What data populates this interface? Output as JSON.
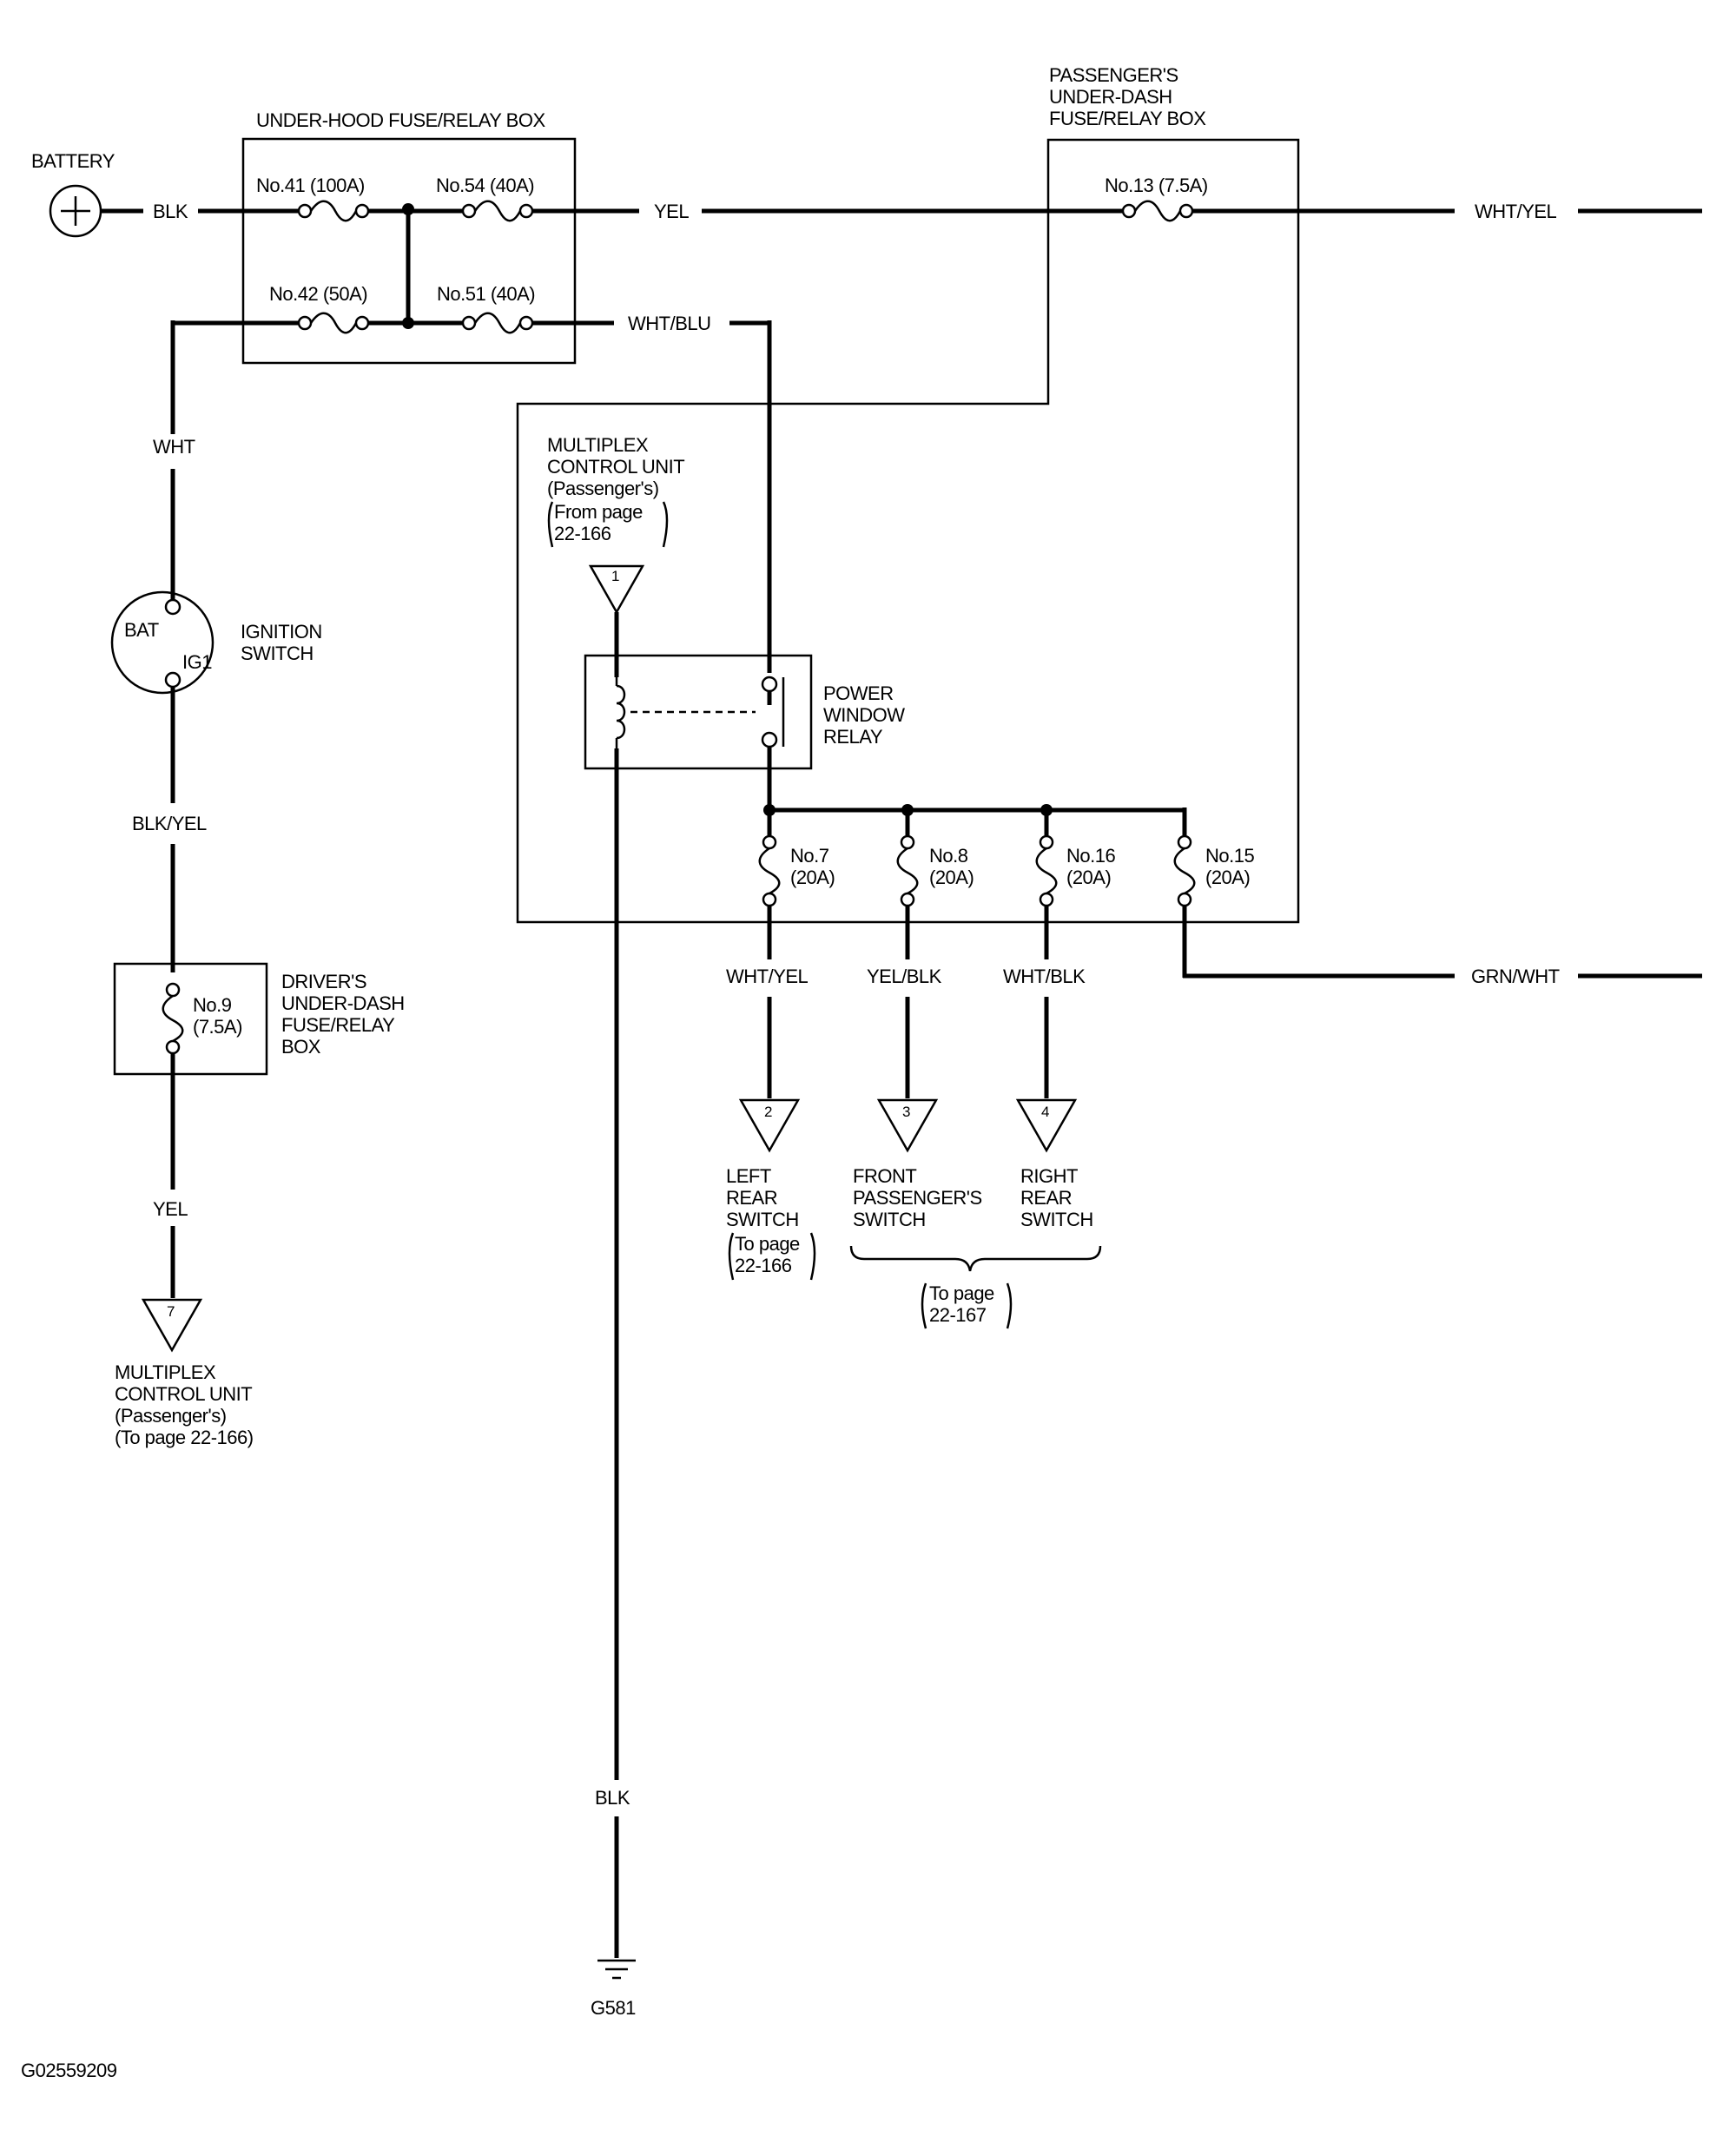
{
  "battery": {
    "label": "BATTERY"
  },
  "under_hood_box": {
    "title": "UNDER-HOOD FUSE/RELAY BOX",
    "fuse_41": "No.41 (100A)",
    "fuse_54": "No.54 (40A)",
    "fuse_42": "No.42 (50A)",
    "fuse_51": "No.51 (40A)"
  },
  "passenger_box": {
    "title": [
      "PASSENGER'S",
      "UNDER-DASH",
      "FUSE/RELAY BOX"
    ],
    "fuse_13": "No.13 (7.5A)",
    "fuse_7": [
      "No.7",
      "(20A)"
    ],
    "fuse_8": [
      "No.8",
      "(20A)"
    ],
    "fuse_16": [
      "No.16",
      "(20A)"
    ],
    "fuse_15": [
      "No.15",
      "(20A)"
    ]
  },
  "wire_colors": {
    "blk_battery": "BLK",
    "yel_top": "YEL",
    "wht_yel_top": "WHT/YEL",
    "wht_blu": "WHT/BLU",
    "wht": "WHT",
    "blk_yel": "BLK/YEL",
    "yel_left": "YEL",
    "blk_ground": "BLK",
    "wht_yel_bottom": "WHT/YEL",
    "yel_blk": "YEL/BLK",
    "wht_blk": "WHT/BLK",
    "grn_wht": "GRN/WHT"
  },
  "ignition_switch": {
    "label": [
      "IGNITION",
      "SWITCH"
    ],
    "bat": "BAT",
    "ig1": "IG1"
  },
  "driver_box": {
    "label": [
      "DRIVER'S",
      "UNDER-DASH",
      "FUSE/RELAY",
      "BOX"
    ],
    "fuse_9": [
      "No.9",
      "(7.5A)"
    ]
  },
  "multiplex_from": {
    "label": [
      "MULTIPLEX",
      "CONTROL UNIT",
      "(Passenger's)",
      "From page",
      "22-166"
    ],
    "connector": "1"
  },
  "relay": {
    "label": [
      "POWER",
      "WINDOW",
      "RELAY"
    ]
  },
  "connectors": [
    {
      "num": "2",
      "label": [
        "LEFT",
        "REAR",
        "SWITCH",
        "To page",
        "22-166"
      ]
    },
    {
      "num": "3",
      "label": [
        "FRONT",
        "PASSENGER'S",
        "SWITCH"
      ]
    },
    {
      "num": "4",
      "label": [
        "RIGHT",
        "REAR",
        "SWITCH"
      ]
    },
    {
      "num": "7",
      "label": [
        "MULTIPLEX",
        "CONTROL UNIT",
        "(Passenger's)",
        "(To page 22-166)"
      ]
    }
  ],
  "to_page_group": [
    "To page",
    "22-167"
  ],
  "ground": {
    "label": "G581"
  },
  "figure_id": "G02559209"
}
